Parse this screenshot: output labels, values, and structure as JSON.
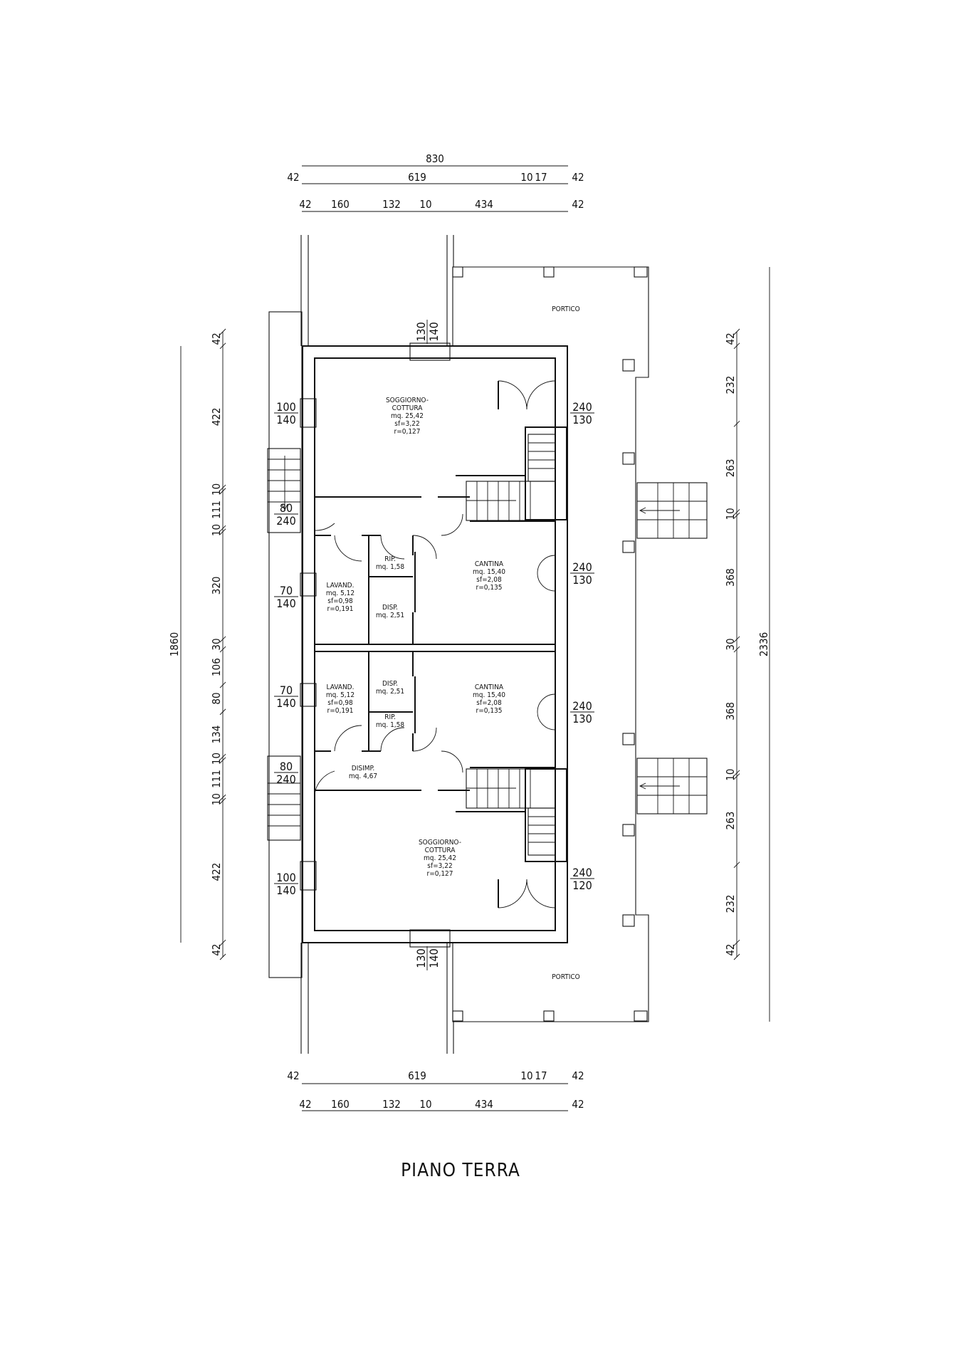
{
  "title": "PIANO TERRA",
  "rooms": [
    {
      "name": "PORTICO",
      "lines": []
    },
    {
      "name": "SOGGIORNO-\nCOTTURA",
      "lines": [
        "mq. 25,42",
        "sf=3,22",
        "r=0,127"
      ]
    },
    {
      "name": "RIP.",
      "lines": [
        "mq. 1,58"
      ]
    },
    {
      "name": "CANTINA",
      "lines": [
        "mq. 15,40",
        "sf=2,08",
        "r=0,135"
      ]
    },
    {
      "name": "LAVAND.",
      "lines": [
        "mq. 5,12",
        "sf=0,98",
        "r=0,191"
      ]
    },
    {
      "name": "DISP.",
      "lines": [
        "mq. 2,51"
      ]
    },
    {
      "name": "LAVAND.",
      "lines": [
        "mq. 5,12",
        "sf=0,98",
        "r=0,191"
      ]
    },
    {
      "name": "DISP.",
      "lines": [
        "mq. 2,51"
      ]
    },
    {
      "name": "CANTINA",
      "lines": [
        "mq. 15,40",
        "sf=2,08",
        "r=0,135"
      ]
    },
    {
      "name": "RIP.",
      "lines": [
        "mq. 1,58"
      ]
    },
    {
      "name": "DISIMP.",
      "lines": [
        "mq. 4,67"
      ]
    },
    {
      "name": "SOGGIORNO-\nCOTTURA",
      "lines": [
        "mq. 25,42",
        "sf=3,22",
        "r=0,127"
      ]
    },
    {
      "name": "PORTICO",
      "lines": []
    }
  ],
  "openings": [
    [
      "130",
      "140"
    ],
    [
      "100",
      "140"
    ],
    [
      "240",
      "130"
    ],
    [
      "80",
      "240"
    ],
    [
      "70",
      "140"
    ],
    [
      "240",
      "130"
    ],
    [
      "70",
      "140"
    ],
    [
      "240",
      "130"
    ],
    [
      "80",
      "240"
    ],
    [
      "100",
      "140"
    ],
    [
      "240",
      "120"
    ],
    [
      "130",
      "140"
    ]
  ],
  "dims_top": {
    "total": "830",
    "row1": [
      "42",
      "619",
      "10",
      "17",
      "42"
    ],
    "row2": [
      "42",
      "160",
      "132",
      "10",
      "434",
      "42"
    ]
  },
  "dims_bottom": {
    "row1": [
      "42",
      "619",
      "10",
      "17",
      "42"
    ],
    "row2": [
      "42",
      "160",
      "132",
      "10",
      "434",
      "42"
    ]
  },
  "dims_left": {
    "total": "1860",
    "chain": [
      "42",
      "422",
      "10",
      "111",
      "10",
      "320",
      "30",
      "106",
      "80",
      "134",
      "10",
      "111",
      "10",
      "422",
      "42"
    ]
  },
  "dims_right": {
    "total": "2336",
    "chain": [
      "42",
      "232",
      "263",
      "10",
      "368",
      "30",
      "368",
      "10",
      "263",
      "232",
      "42"
    ]
  }
}
